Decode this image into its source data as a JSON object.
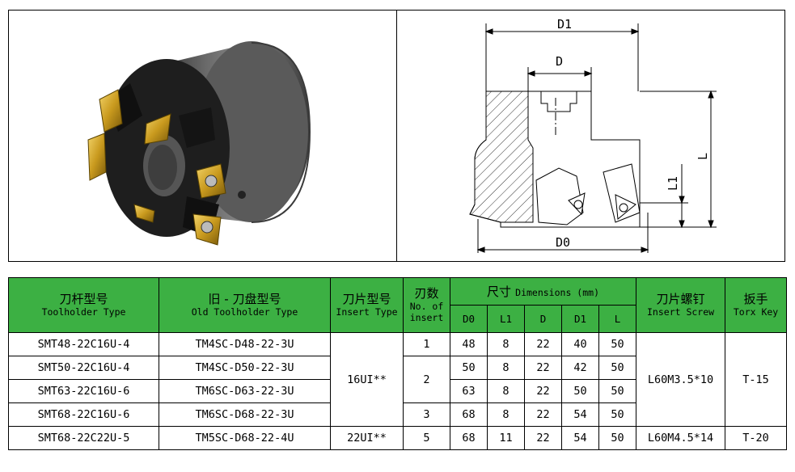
{
  "drawing": {
    "labels": {
      "d1": "D1",
      "d": "D",
      "l": "L",
      "l1": "L1",
      "d0": "D0"
    }
  },
  "table": {
    "headers": {
      "toolholder_cn": "刀杆型号",
      "toolholder_en": "Toolholder Type",
      "old_cn": "旧 - 刀盘型号",
      "old_en": "Old Toolholder Type",
      "insert_type_cn": "刀片型号",
      "insert_type_en": "Insert Type",
      "no_insert_cn": "刃数",
      "no_insert_en_1": "No. of",
      "no_insert_en_2": "insert",
      "dimensions_cn": "尺寸",
      "dimensions_en": "Dimensions (mm)",
      "screw_cn": "刀片螺钉",
      "screw_en": "Insert Screw",
      "key_cn": "扳手",
      "key_en": "Torx Key",
      "d0": "D0",
      "l1": "L1",
      "d": "D",
      "d1": "D1",
      "l": "L"
    },
    "rows": [
      {
        "toolholder": "SMT48-22C16U-4",
        "old": "TM4SC-D48-22-3U",
        "d0": "48",
        "l1": "8",
        "d": "22",
        "d1": "40",
        "l": "50"
      },
      {
        "toolholder": "SMT50-22C16U-4",
        "old": "TM4SC-D50-22-3U",
        "d0": "50",
        "l1": "8",
        "d": "22",
        "d1": "42",
        "l": "50"
      },
      {
        "toolholder": "SMT63-22C16U-6",
        "old": "TM6SC-D63-22-3U",
        "d0": "63",
        "l1": "8",
        "d": "22",
        "d1": "50",
        "l": "50"
      },
      {
        "toolholder": "SMT68-22C16U-6",
        "old": "TM6SC-D68-22-3U",
        "d0": "68",
        "l1": "8",
        "d": "22",
        "d1": "54",
        "l": "50"
      },
      {
        "toolholder": "SMT68-22C22U-5",
        "old": "TM5SC-D68-22-4U",
        "d0": "68",
        "l1": "11",
        "d": "22",
        "d1": "54",
        "l": "50"
      }
    ],
    "merged": {
      "insert_type_a": "16UI**",
      "insert_type_b": "22UI**",
      "no_insert_1": "1",
      "no_insert_2": "2",
      "no_insert_3": "3",
      "no_insert_5": "5",
      "screw_a": "L60M3.5*10",
      "screw_b": "L60M4.5*14",
      "key_a": "T-15",
      "key_b": "T-20"
    }
  }
}
